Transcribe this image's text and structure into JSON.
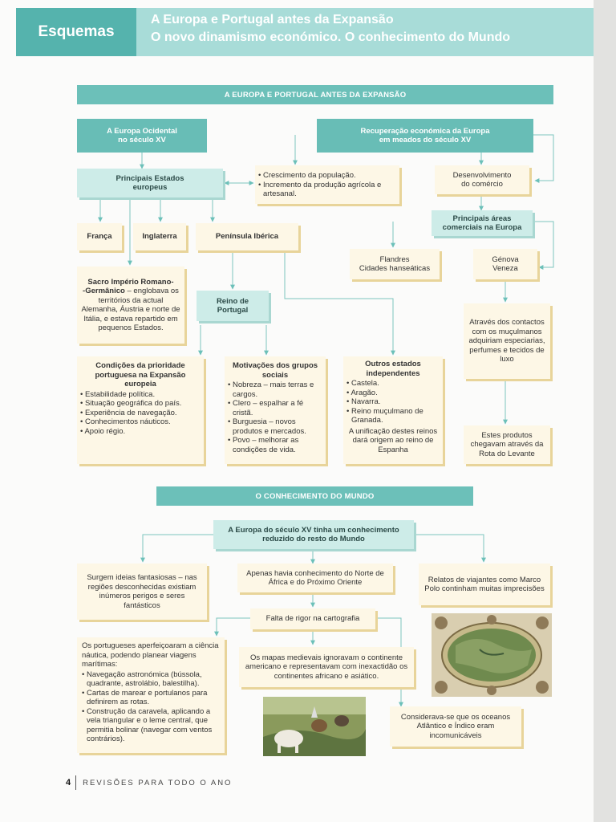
{
  "header": {
    "label": "Esquemas",
    "title_line1": "A Europa e Portugal antes da Expansão",
    "title_line2": "O novo dinamismo económico. O conhecimento do Mundo"
  },
  "section1": {
    "title": "A EUROPA E PORTUGAL ANTES DA EXPANSÃO",
    "europa_ocidental": [
      "A Europa Ocidental",
      "no século XV"
    ],
    "recuperacao": [
      "Recuperação económica da Europa",
      "em meados do século XV"
    ],
    "principais_estados": [
      "Principais Estados",
      "europeus"
    ],
    "crescimento": [
      "Crescimento da população.",
      "Incremento da produção agrícola e artesanal."
    ],
    "desenvolvimento": [
      "Desenvolvimento",
      "do comércio"
    ],
    "areas_comerciais": [
      "Principais áreas",
      "comerciais na Europa"
    ],
    "franca": "França",
    "inglaterra": "Inglaterra",
    "peninsula": "Península Ibérica",
    "flandres": [
      "Flandres",
      "Cidades hanseáticas"
    ],
    "genova": [
      "Génova",
      "Veneza"
    ],
    "sacro_imperio": {
      "title": "Sacro Império Romano-\n-Germânico",
      "text": " – englobava os territórios da actual Alemanha, Áustria e norte de Itália, e estava repartido em pequenos Estados."
    },
    "reino_portugal": [
      "Reino de",
      "Portugal"
    ],
    "contactos": "Através dos contactos com os muçulmanos adquiriam especiarias, perfumes e tecidos de luxo",
    "condicoes": {
      "title": "Condições da prioridade portuguesa na Expansão europeia",
      "items": [
        "Estabilidade política.",
        "Situação geográfica do país.",
        "Experiência de navegação.",
        "Conhecimentos náuticos.",
        "Apoio régio."
      ]
    },
    "motivacoes": {
      "title": "Motivações dos grupos sociais",
      "items": [
        "Nobreza – mais terras e cargos.",
        "Clero – espalhar a fé cristã.",
        "Burguesia – novos produtos e mercados.",
        "Povo – melhorar as condições de vida."
      ]
    },
    "outros_estados": {
      "title": "Outros estados independentes",
      "items": [
        "Castela.",
        "Aragão.",
        "Navarra.",
        "Reino muçulmano de Granada."
      ],
      "note": "A unificação destes reinos dará origem ao reino de Espanha"
    },
    "produtos": "Estes produtos chegavam através da Rota do Levante"
  },
  "section2": {
    "title": "O CONHECIMENTO DO MUNDO",
    "europa_xv": [
      "A Europa do século XV tinha um conhecimento",
      "reduzido do resto do Mundo"
    ],
    "ideias": "Surgem ideias fantasiosas – nas regiões desconhecidas existiam inúmeros perigos e seres fantásticos",
    "conhecimento_norte": "Apenas havia conhecimento do Norte de África e do Próximo Oriente",
    "relatos": "Relatos de viajantes como Marco Polo continham muitas imprecisões",
    "falta_rigor": "Falta de rigor na cartografia",
    "portugueses": {
      "intro": "Os portugueses aperfeiçoaram a ciência náutica, podendo planear viagens marítimas:",
      "items": [
        "Navegação astronómica (bússola, quadrante, astrolábio, balestilha).",
        "Cartas de marear e portulanos para definirem as rotas.",
        "Construção da caravela, aplicando a vela triangular e o leme central, que permitia bolinar (navegar com ventos contrários)."
      ]
    },
    "mapas": "Os mapas medievais ignoravam o continente americano e representavam com inexactidão os continentes africano e asiático.",
    "oceanos": "Considerava-se que os oceanos Atlântico e Índico eram incomunicáveis"
  },
  "footer": {
    "page_number": "4",
    "text": "REVISÕES PARA TODO O ANO"
  },
  "colors": {
    "teal": "#68bdb6",
    "mint": "#cdece8",
    "cream": "#fdf7e6",
    "header": "#a8dcd8"
  }
}
